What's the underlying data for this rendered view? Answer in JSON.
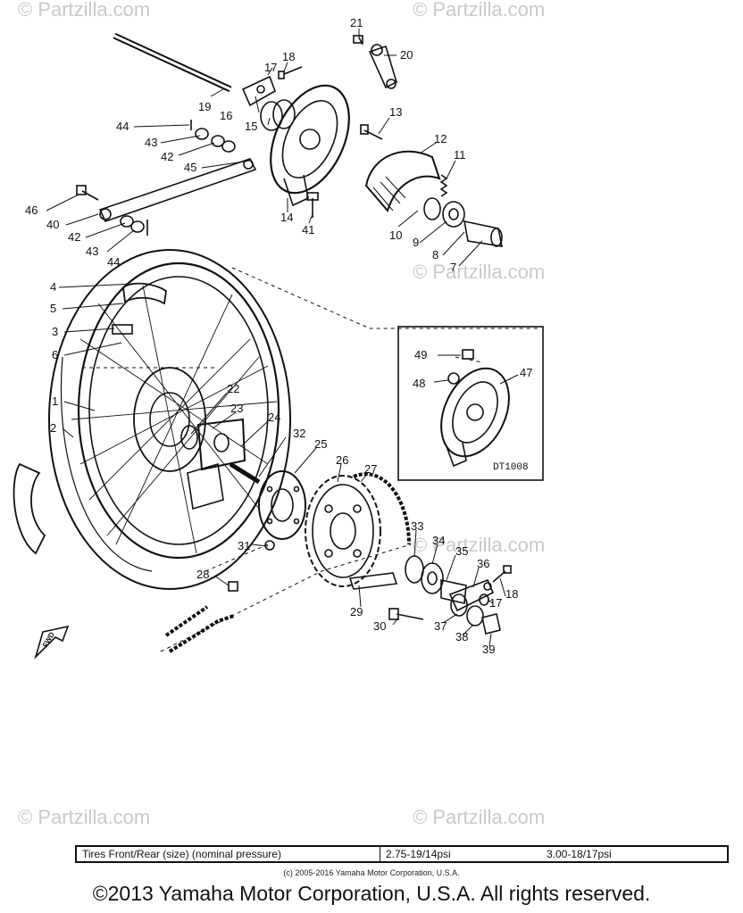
{
  "watermark": "© Partzilla.com",
  "callouts": {
    "c1": "1",
    "c2": "2",
    "c3": "3",
    "c4": "4",
    "c5": "5",
    "c6": "6",
    "c7": "7",
    "c8": "8",
    "c9": "9",
    "c10": "10",
    "c11": "11",
    "c12": "12",
    "c13": "13",
    "c14": "14",
    "c15": "15",
    "c16": "16",
    "c17": "17",
    "c18": "18",
    "c19": "19",
    "c20": "20",
    "c21": "21",
    "c22": "22",
    "c23": "23",
    "c24": "24",
    "c25": "25",
    "c26": "26",
    "c27": "27",
    "c28": "28",
    "c29": "29",
    "c30": "30",
    "c31": "31",
    "c32": "32",
    "c33": "33",
    "c34": "34",
    "c35": "35",
    "c36": "36",
    "c37": "37",
    "c38": "38",
    "c39": "39",
    "c40": "40",
    "c41": "41",
    "c42": "42",
    "c43": "43",
    "c44": "44",
    "c45": "45",
    "c46": "46",
    "c47": "47",
    "c48": "48",
    "c49": "49"
  },
  "inset_code": "DT1008",
  "fwd_label": "FWD",
  "spec": {
    "label": "Tires Front/Rear (size) (nominal pressure)",
    "front": "2.75-19/14psi",
    "rear": "3.00-18/17psi"
  },
  "small_copyright": "(c) 2005-2016 Yamaha Motor Corporation, U.S.A.",
  "copyright": "©2013 Yamaha Motor Corporation, U.S.A. All rights reserved."
}
